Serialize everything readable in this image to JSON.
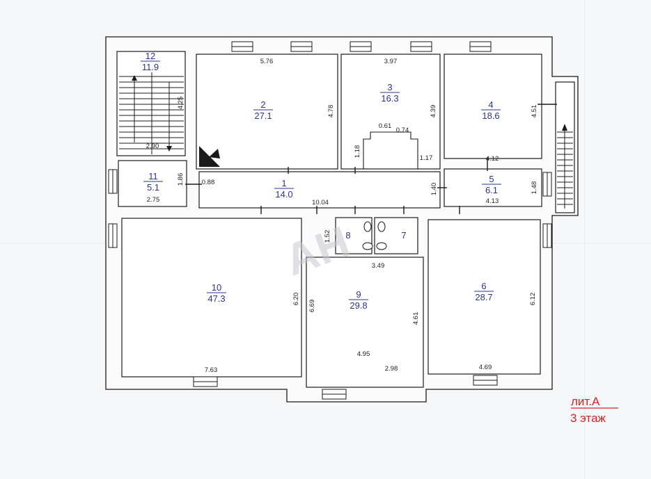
{
  "rooms": [
    {
      "id": "1",
      "area": "14.0"
    },
    {
      "id": "2",
      "area": "27.1"
    },
    {
      "id": "3",
      "area": "16.3"
    },
    {
      "id": "4",
      "area": "18.6"
    },
    {
      "id": "5",
      "area": "6.1"
    },
    {
      "id": "6",
      "area": "28.7"
    },
    {
      "id": "7",
      "area": ""
    },
    {
      "id": "8",
      "area": ""
    },
    {
      "id": "9",
      "area": "29.8"
    },
    {
      "id": "10",
      "area": "47.3"
    },
    {
      "id": "11",
      "area": "5.1"
    },
    {
      "id": "12",
      "area": "11.9"
    }
  ],
  "dimensions": {
    "r2_w": "5.76",
    "r2_h": "4.78",
    "r3_w": "3.97",
    "r3_h": "4.39",
    "r3_a": "0.61",
    "r3_b": "0.74",
    "r3_c": "1.18",
    "r3_d": "1.17",
    "r4_h": "4.51",
    "r4_w": "4.12",
    "r5_w": "4.13",
    "r5_h": "1.48",
    "r1_a": "0.88",
    "r1_b": "10.04",
    "r1_c": "1.40",
    "r11_h": "1.86",
    "r11_w": "2.75",
    "r12_h": "4.25",
    "r12_w": "2.90",
    "wc_h": "1.52",
    "r9_w_top": "3.49",
    "r9_h_left": "6.69",
    "r9_h_right": "4.61",
    "r9_w_bottom": "4.95",
    "r9_w_bottom2": "2.98",
    "r10_h": "6.20",
    "r10_w": "7.63",
    "r6_h": "6.12",
    "r6_w": "4.69"
  },
  "legend": {
    "line1": "лит.А",
    "line2": "3 этаж"
  },
  "watermark": "АН"
}
